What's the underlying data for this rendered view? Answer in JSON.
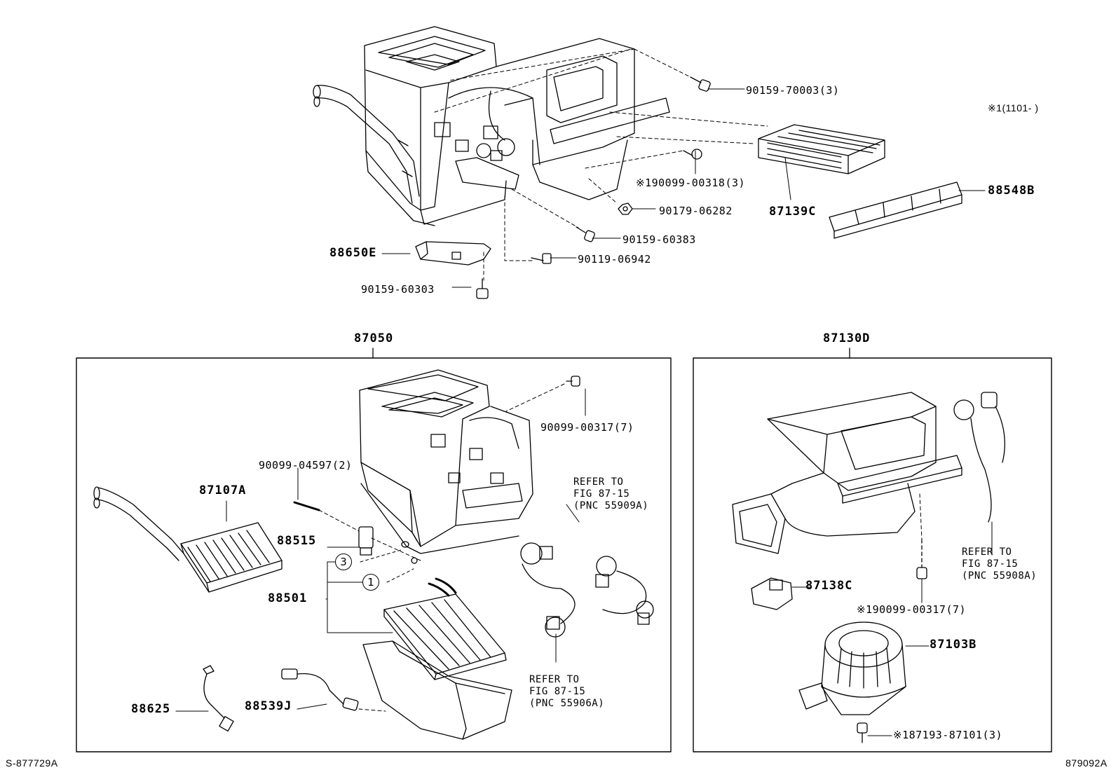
{
  "diagram": {
    "note_range": "※1(1101-     )",
    "figure_id_left": "S-877729A",
    "figure_id_right": "879092A",
    "top": {
      "p_9015970003": "90159-70003(3)",
      "p_9009900318": "※190099-00318(3)",
      "p_9017906282": "90179-06282",
      "p_9015960383": "90159-60383",
      "p_9011906942": "90119-06942",
      "p_9015960303": "90159-60303",
      "p_88650E": "88650E",
      "p_87139C": "87139C",
      "p_88548B": "88548B"
    },
    "left_box": {
      "title": "87050",
      "p_9009900317": "90099-00317(7)",
      "p_9009904597": "90099-04597(2)",
      "p_87107A": "87107A",
      "p_88515": "88515",
      "p_88501": "88501",
      "circle_3": "3",
      "circle_1": "1",
      "p_88625": "88625",
      "p_88539J": "88539J",
      "ref_upper": "REFER TO\nFIG 87-15\n(PNC 55909A)",
      "ref_lower": "REFER TO\nFIG 87-15\n(PNC 55906A)"
    },
    "right_box": {
      "title": "87130D",
      "p_87138C": "87138C",
      "p_9009900317": "※190099-00317(7)",
      "p_87103B": "87103B",
      "p_87193": "※187193-87101(3)",
      "ref": "REFER TO\nFIG 87-15\n(PNC 55908A)"
    }
  }
}
